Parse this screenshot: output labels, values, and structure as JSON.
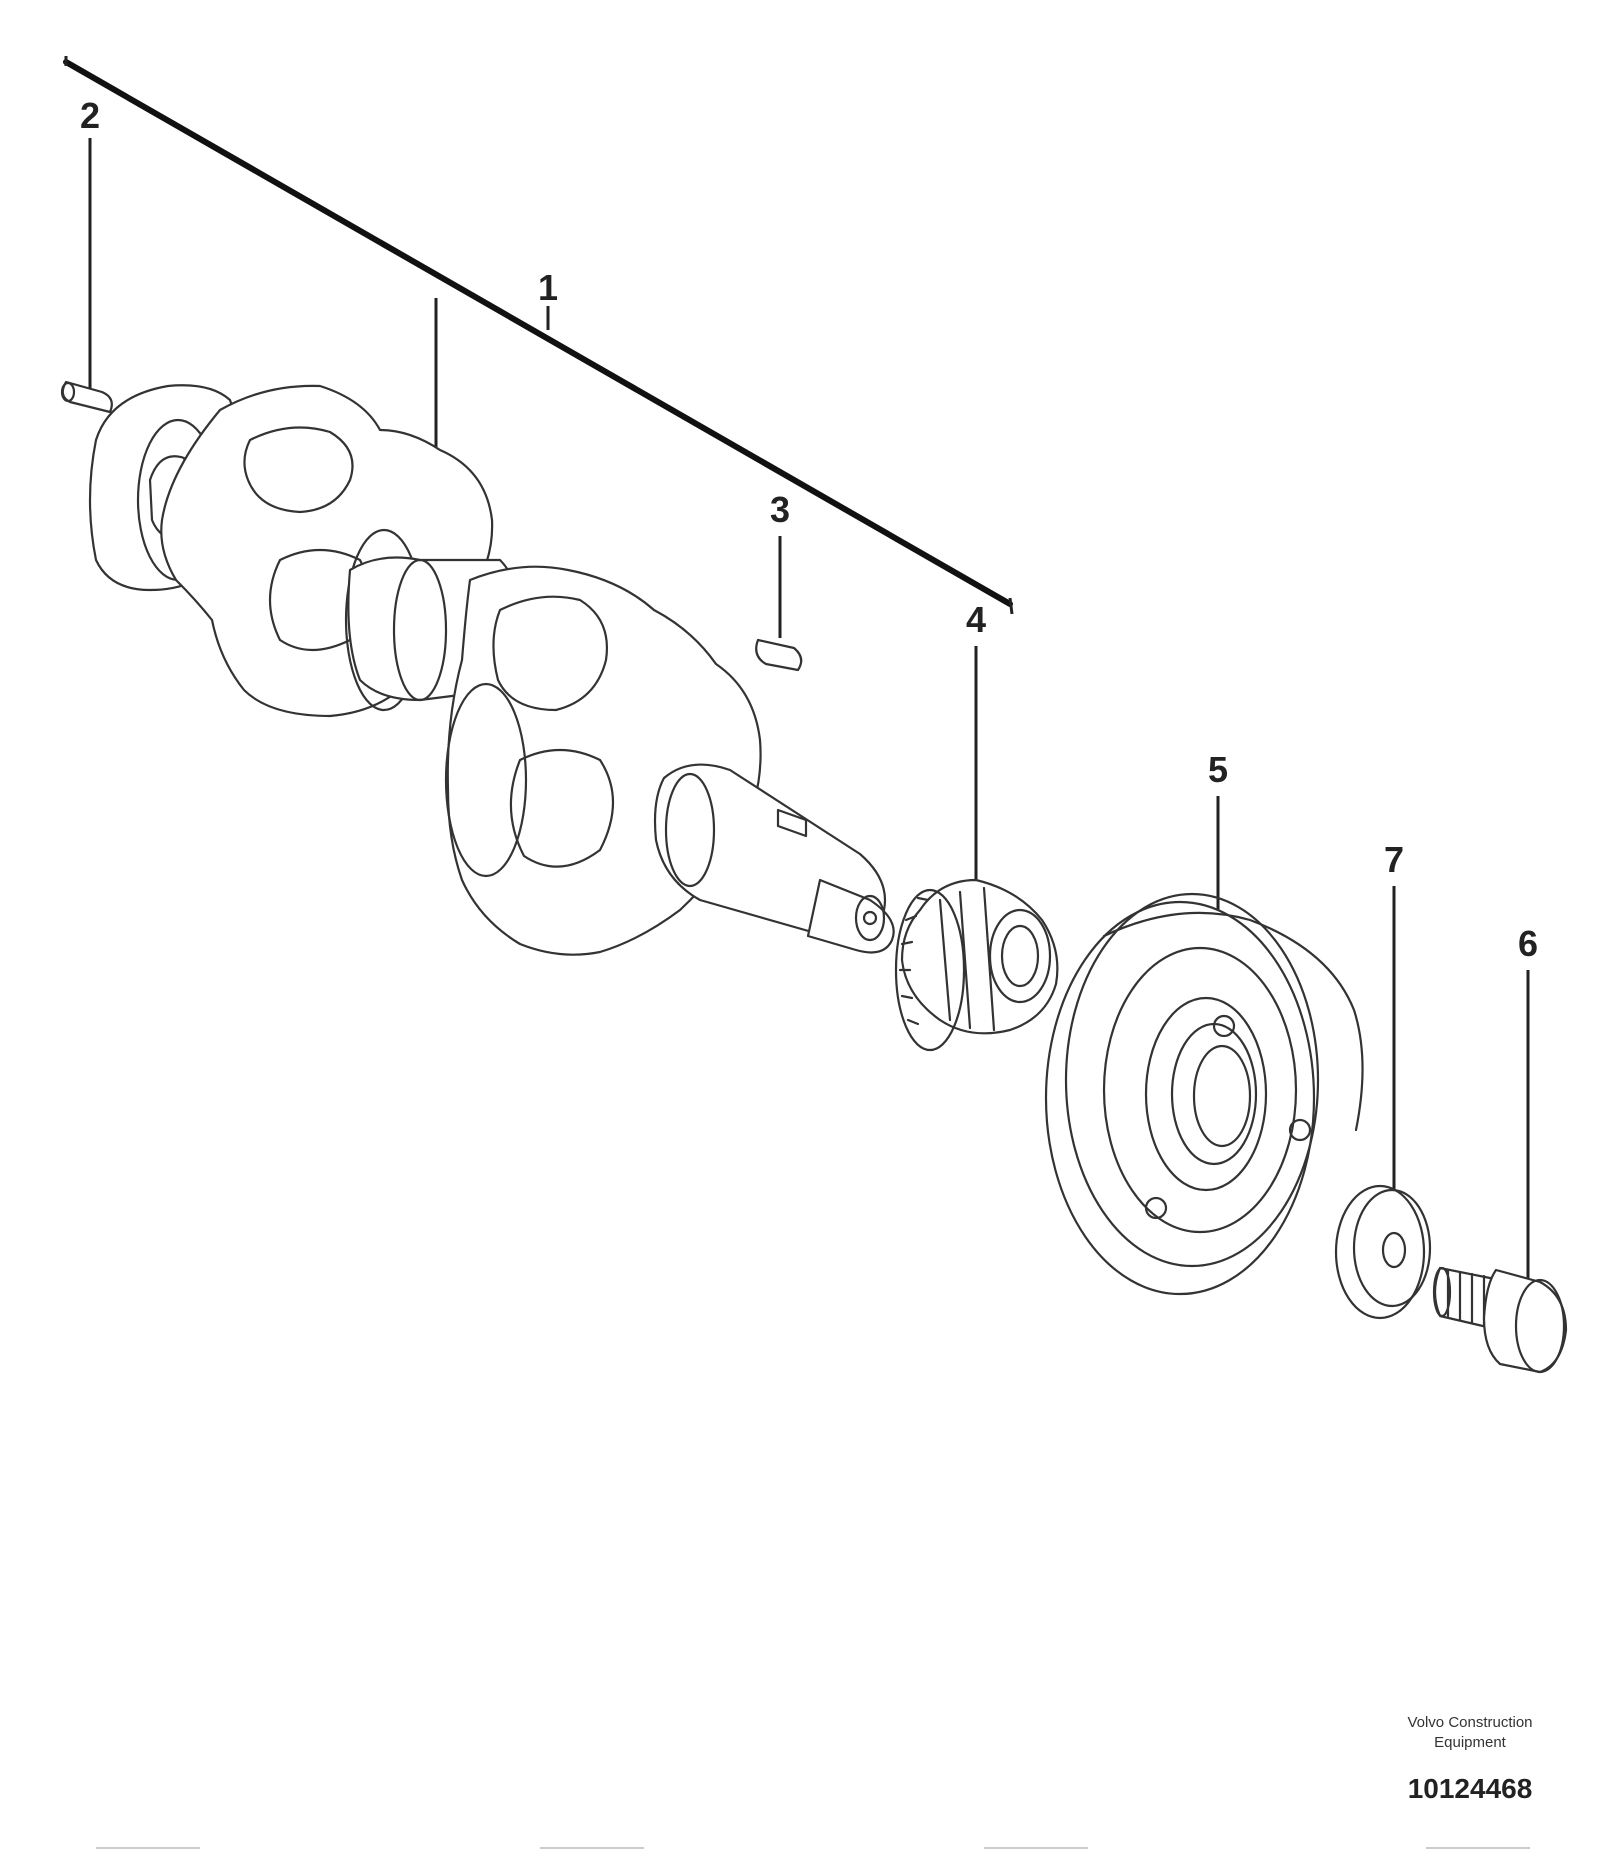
{
  "callouts": {
    "crankshaft_assembly": "1",
    "dowel_pin": "2",
    "key": "3",
    "gear": "4",
    "pulley_damper": "5",
    "bolt": "6",
    "washer": "7"
  },
  "footer": {
    "company_line1": "Volvo Construction",
    "company_line2": "Equipment",
    "drawing_code": "10124468"
  }
}
